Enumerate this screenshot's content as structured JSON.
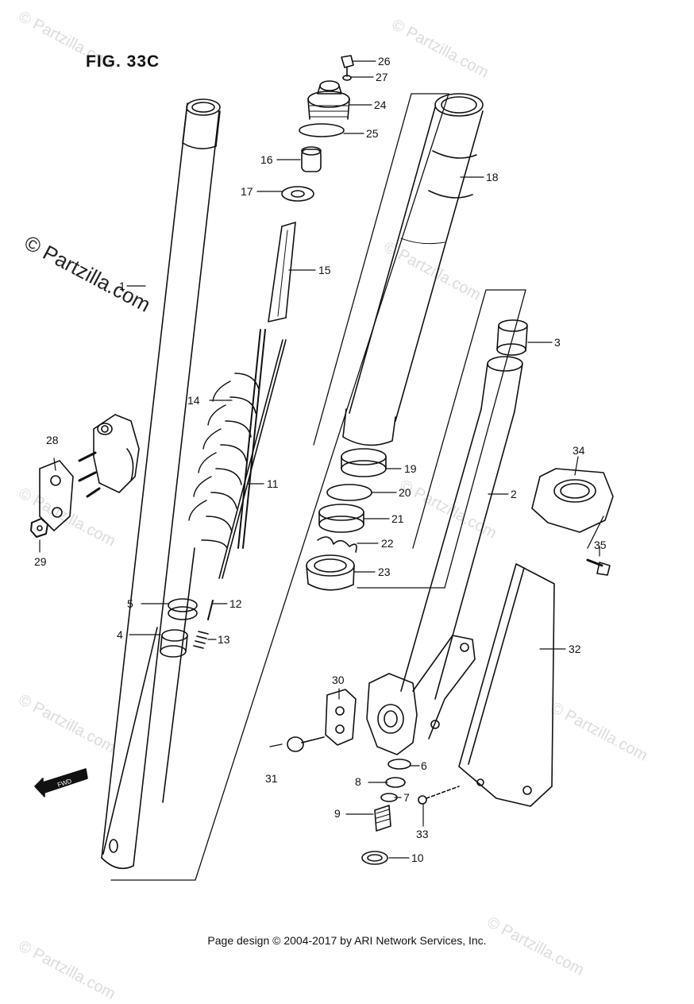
{
  "figure": {
    "title": "FIG. 33C"
  },
  "watermark": {
    "text": "© Partzilla.com"
  },
  "fwd_label": "FWD",
  "footer": {
    "text": "Page design © 2004-2017 by ARI Network Services, Inc."
  },
  "parts": [
    {
      "id": "p1",
      "label": "1"
    },
    {
      "id": "p2",
      "label": "2"
    },
    {
      "id": "p3",
      "label": "3"
    },
    {
      "id": "p4",
      "label": "4"
    },
    {
      "id": "p5",
      "label": "5"
    },
    {
      "id": "p6",
      "label": "6"
    },
    {
      "id": "p7",
      "label": "7"
    },
    {
      "id": "p8",
      "label": "8"
    },
    {
      "id": "p9",
      "label": "9"
    },
    {
      "id": "p10",
      "label": "10"
    },
    {
      "id": "p11",
      "label": "11"
    },
    {
      "id": "p12",
      "label": "12"
    },
    {
      "id": "p13",
      "label": "13"
    },
    {
      "id": "p14",
      "label": "14"
    },
    {
      "id": "p15",
      "label": "15"
    },
    {
      "id": "p16",
      "label": "16"
    },
    {
      "id": "p17",
      "label": "17"
    },
    {
      "id": "p18",
      "label": "18"
    },
    {
      "id": "p19",
      "label": "19"
    },
    {
      "id": "p20",
      "label": "20"
    },
    {
      "id": "p21",
      "label": "21"
    },
    {
      "id": "p22",
      "label": "22"
    },
    {
      "id": "p23",
      "label": "23"
    },
    {
      "id": "p24",
      "label": "24"
    },
    {
      "id": "p25",
      "label": "25"
    },
    {
      "id": "p26",
      "label": "26"
    },
    {
      "id": "p27",
      "label": "27"
    },
    {
      "id": "p28",
      "label": "28"
    },
    {
      "id": "p29",
      "label": "29"
    },
    {
      "id": "p30",
      "label": "30"
    },
    {
      "id": "p31",
      "label": "31"
    },
    {
      "id": "p32",
      "label": "32"
    },
    {
      "id": "p33",
      "label": "33"
    },
    {
      "id": "p34",
      "label": "34"
    },
    {
      "id": "p35",
      "label": "35"
    }
  ]
}
